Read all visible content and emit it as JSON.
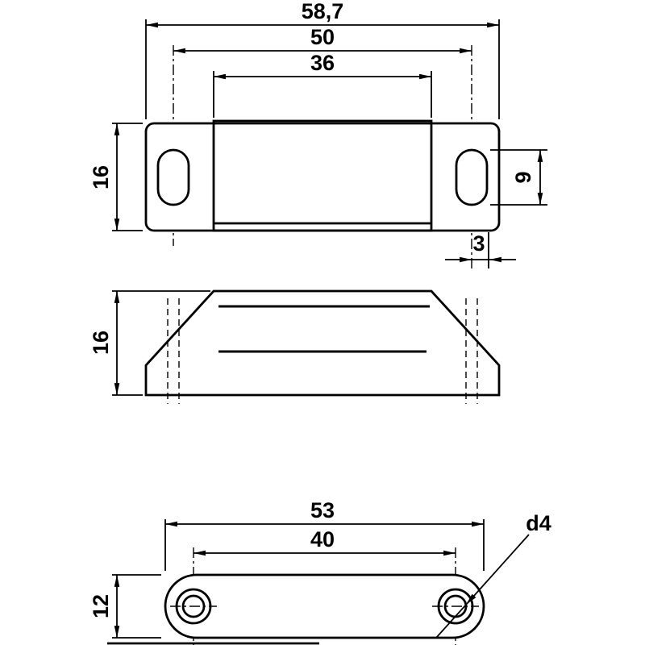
{
  "drawing": {
    "background": "#ffffff",
    "line_color": "#000000",
    "top_view": {
      "overall_width": "58,7",
      "slot_center_distance": "50",
      "body_width": "36",
      "height": "16",
      "slot_length": "9",
      "slot_end_offset": "3"
    },
    "side_view": {
      "height": "16"
    },
    "bottom_view": {
      "overall_length": "53",
      "hole_center_distance": "40",
      "width": "12",
      "hole_diameter": "d4"
    }
  }
}
